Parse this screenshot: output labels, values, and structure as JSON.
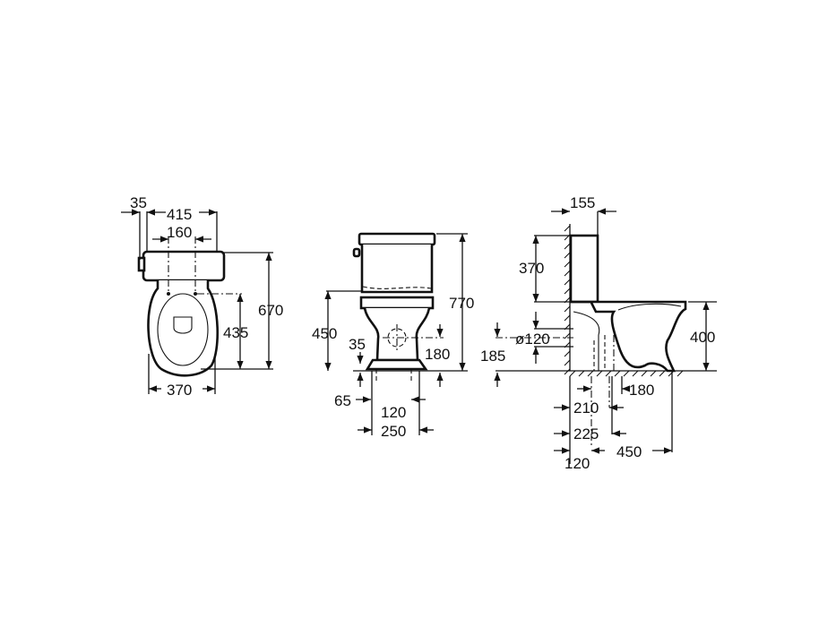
{
  "drawing": {
    "title": "Close-coupled toilet technical drawing",
    "units": "mm",
    "views": [
      {
        "name": "top-view",
        "dimensions": {
          "tank_offset": "35",
          "tank_width": "415",
          "fixing_spacing": "160",
          "total_depth": "670",
          "fixing_to_front": "435",
          "bowl_width": "370"
        }
      },
      {
        "name": "front-view",
        "dimensions": {
          "total_height": "770",
          "bowl_height": "450",
          "inlet_height": "35",
          "outlet_center_height": "180",
          "side_offset": "65",
          "fixing_spacing": "120",
          "base_width": "250"
        }
      },
      {
        "name": "side-view",
        "dimensions": {
          "tank_depth": "155",
          "tank_height": "370",
          "outlet_diameter": "ø120",
          "outlet_height": "185",
          "bowl_height": "400",
          "floor_outlet_offset": "180",
          "dim_210": "210",
          "dim_225": "225",
          "dim_120": "120",
          "dim_450": "450"
        }
      }
    ]
  }
}
